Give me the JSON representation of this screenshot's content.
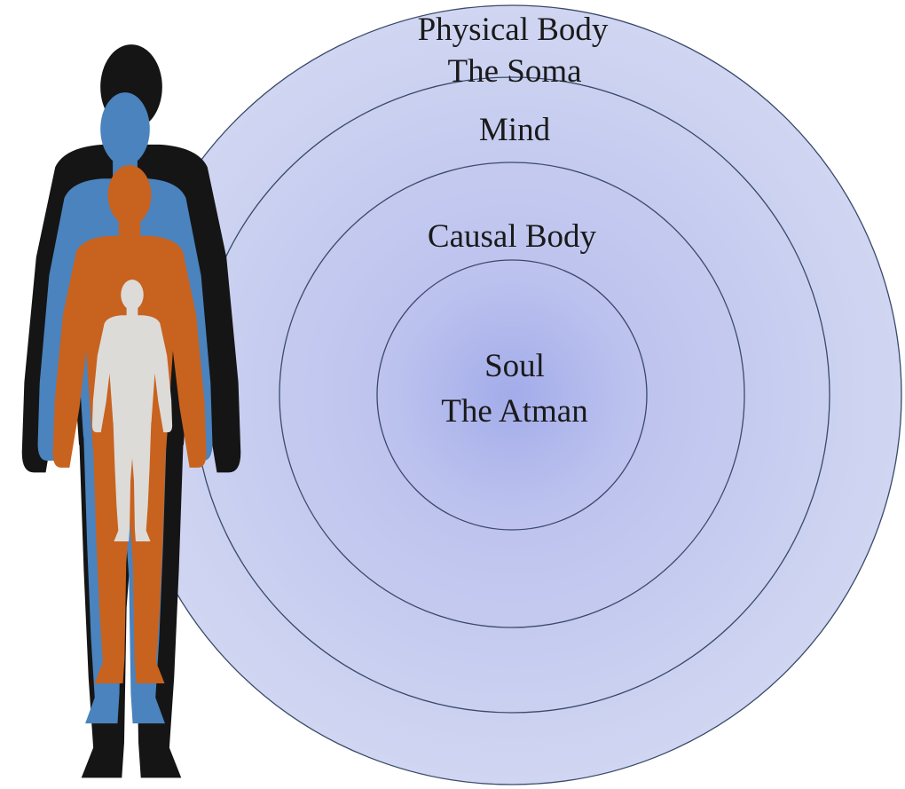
{
  "layers": {
    "physical": {
      "line1": "Physical Body",
      "line2": "The Soma"
    },
    "mind": {
      "line1": "Mind"
    },
    "causal": {
      "line1": "Causal Body"
    },
    "soul": {
      "line1": "Soul",
      "line2": "The Atman"
    }
  },
  "colors": {
    "background": "#ffffff",
    "ring_fill_outer": "#c9cfee",
    "ring_fill_center": "#a3acea",
    "ring_stroke": "#3a4a6a",
    "silhouette_physical": "#151515",
    "silhouette_mind": "#4a83bd",
    "silhouette_causal": "#c8621f",
    "silhouette_soul": "#dddbd8"
  },
  "icons": [
    "human-silhouette-icon"
  ]
}
